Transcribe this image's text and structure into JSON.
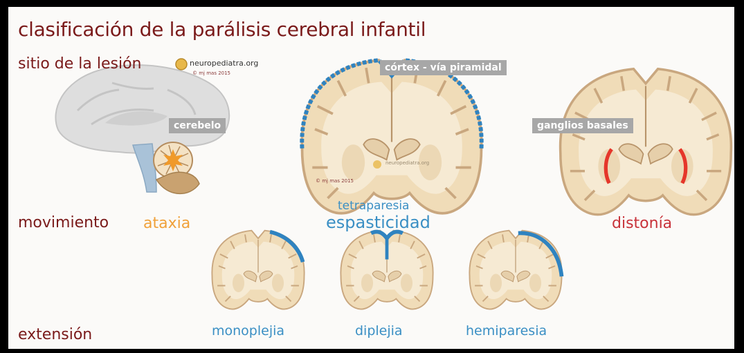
{
  "title": "clasificación de la parálisis cerebral infantil",
  "rows": {
    "sitio": "sitio de la lesión",
    "movimiento": "movimiento",
    "extension": "extensión"
  },
  "watermark": {
    "site": "neuropediatra.org",
    "copyright": "© mj mas 2015"
  },
  "tags": {
    "cerebelo": "cerebelo",
    "cortex": "córtex - vía piramidal",
    "ganglios": "ganglios basales"
  },
  "movement_types": {
    "ataxia": "ataxia",
    "tetraparesia": "tetraparesia",
    "espasticidad": "espasticidad",
    "distonia": "distonía"
  },
  "extension_types": {
    "monoplejia": "monoplejia",
    "diplejia": "diplejia",
    "hemiparesia": "hemiparesia"
  },
  "colors": {
    "title": "#7a1a1a",
    "ataxia": "#f0a13a",
    "spastic": "#3a8fc4",
    "distonia": "#c8323a",
    "tag_bg": "#a7a7a7",
    "brain": "#f0dcb8",
    "white_matter": "#f6ead3",
    "cortex_outline": "#c9a77f"
  }
}
